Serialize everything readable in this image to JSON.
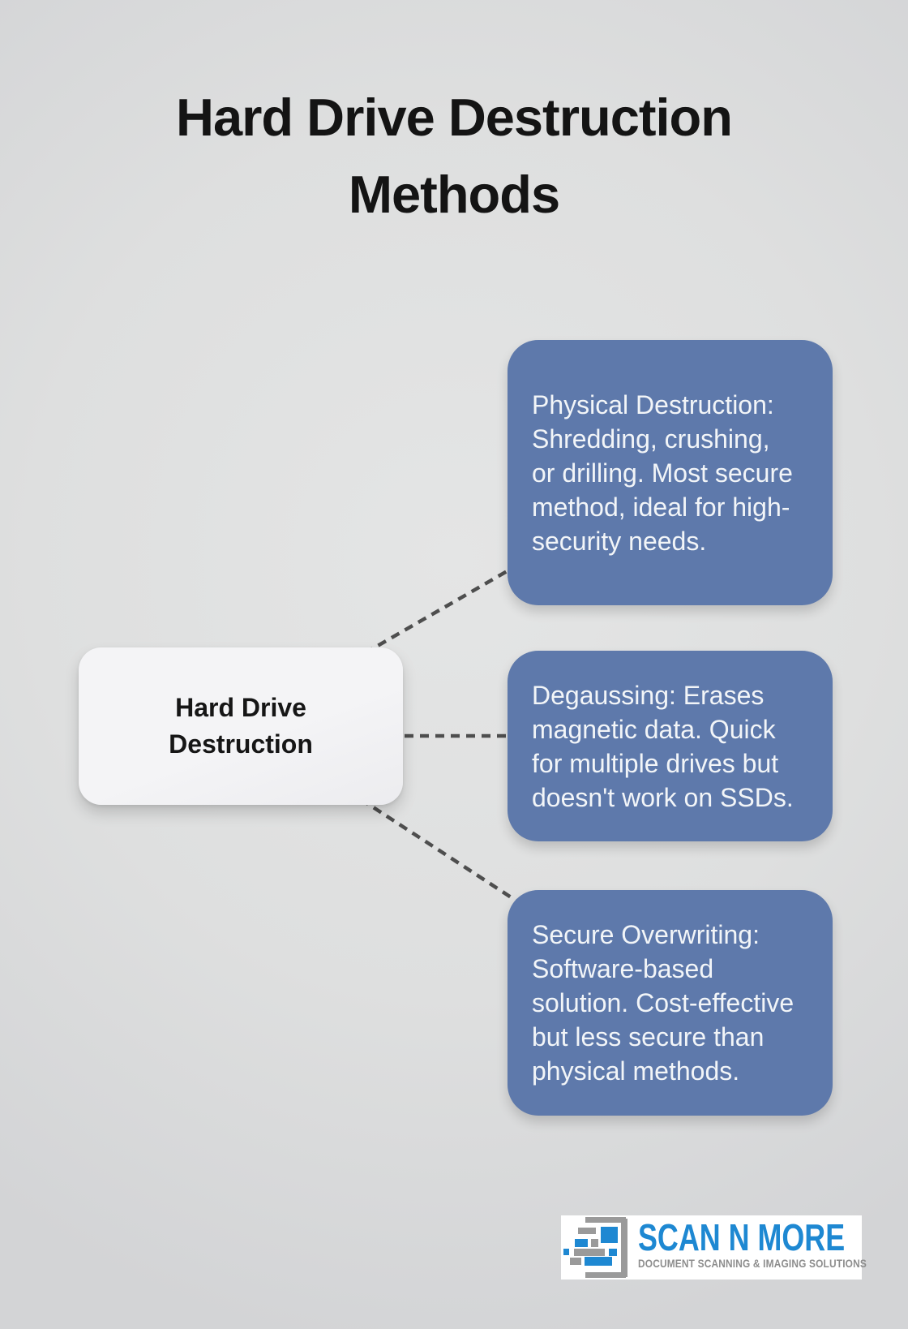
{
  "canvas": {
    "background_color": "#dedfdf",
    "title_color": "#141414"
  },
  "title": "Hard Drive Destruction Methods",
  "diagram": {
    "root": {
      "label": "Hard Drive Destruction",
      "bg_color": "#f2f2f5",
      "text_color": "#161616"
    },
    "branches": [
      {
        "text": "Physical Destruction: Shredding, crushing, or drilling. Most secure method, ideal for high-security needs."
      },
      {
        "text": "Degaussing: Erases magnetic data. Quick for multiple drives but doesn't work on SSDs."
      },
      {
        "text": "Secure Overwriting: Software-based solution. Cost-effective but less secure than physical methods."
      }
    ],
    "branch_bg_color": "#5e79ab",
    "branch_text_color": "#f2f5f8",
    "connector_color": "#4e4e4e",
    "connector_style": "dashed"
  },
  "logo": {
    "name": "SCAN N MORE",
    "tagline": "DOCUMENT SCANNING & IMAGING SOLUTIONS",
    "name_color": "#1e88d2",
    "tagline_color": "#8d8d8d",
    "panel_color": "#ffffff",
    "icon": "scanner-document-icon",
    "icon_blue": "#1e88d2",
    "icon_gray": "#9a9a9a"
  }
}
